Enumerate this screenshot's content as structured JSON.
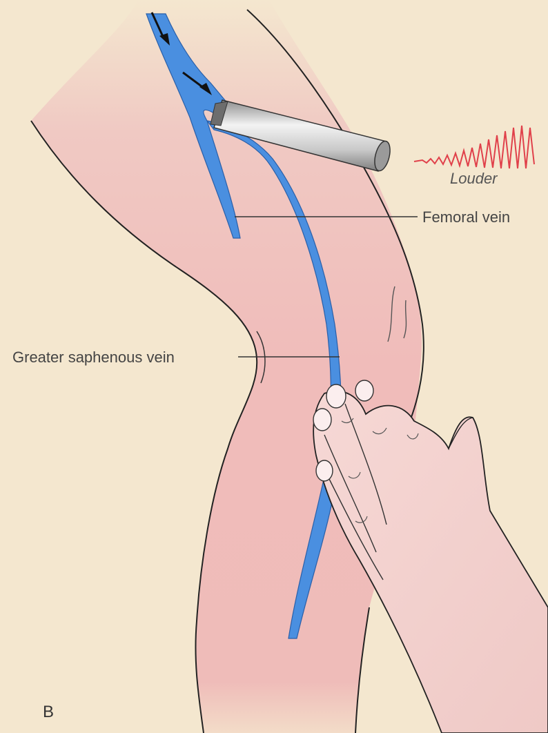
{
  "figure": {
    "panel_letter": "B",
    "labels": {
      "louder": "Louder",
      "femoral_vein": "Femoral vein",
      "greater_saphenous_vein": "Greater saphenous vein"
    }
  },
  "colors": {
    "background": "#f4e7cf",
    "skin": "#f1c4c1",
    "vein": "#4a8fe0",
    "outline": "#222222",
    "waveform": "#e0404a",
    "leader_line": "#333333"
  }
}
